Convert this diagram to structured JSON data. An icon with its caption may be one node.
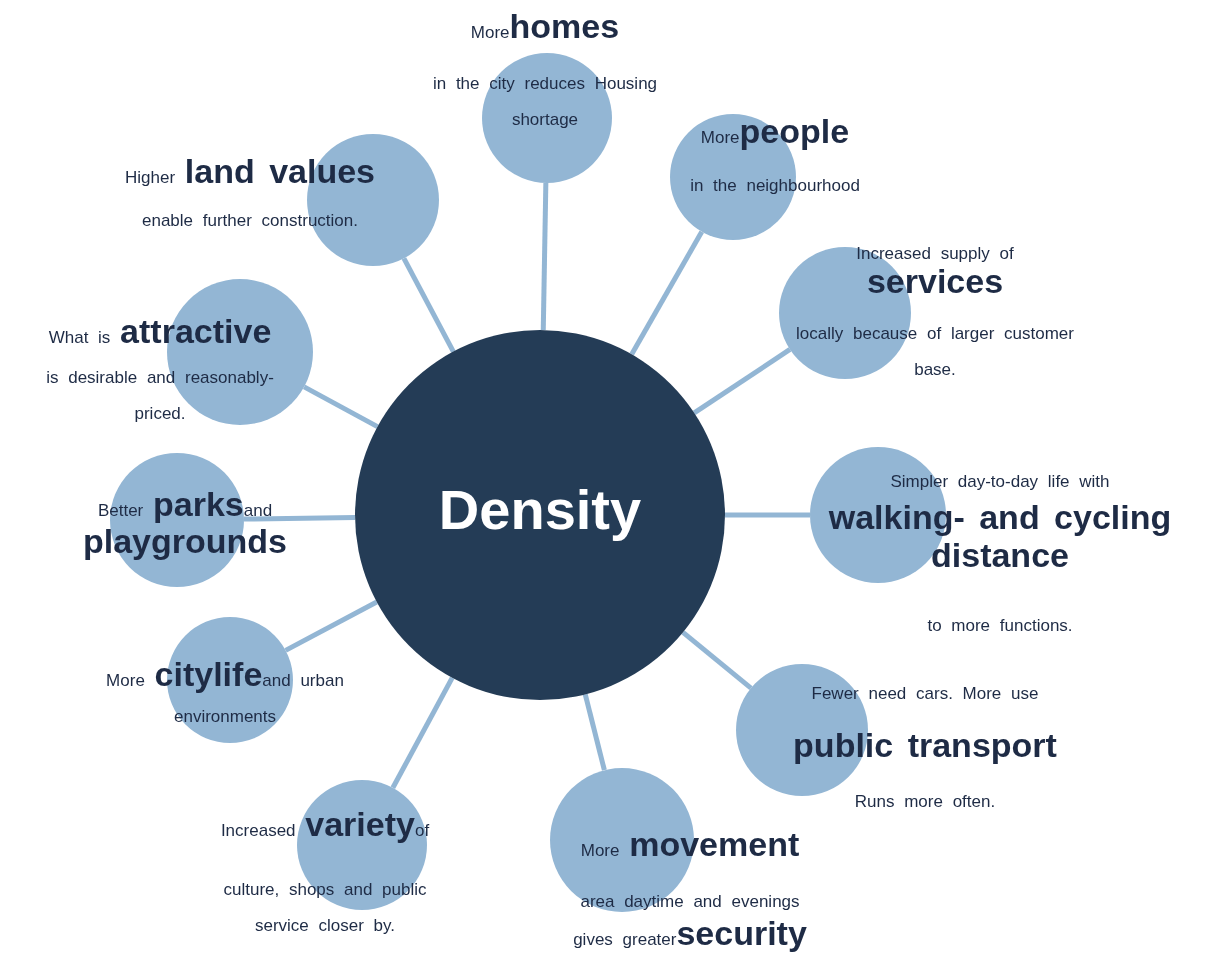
{
  "diagram": {
    "nodes": [
      {
        "text": [
          "Density"
        ]
      },
      {
        "text": [
          "More**homes**",
          "in the city reduces Housing shortage"
        ]
      },
      {
        "text": [
          "More**people**",
          "in the neighbourhood"
        ]
      },
      {
        "text": [
          "Increased supply of",
          "services",
          "locally because of larger customer base."
        ]
      },
      {
        "text": [
          "Simpler day-to-day life with",
          "walking- and cycling distance",
          "to more functions."
        ]
      },
      {
        "text": [
          "Fewer need cars. More use",
          "public transport",
          "Runs more often."
        ]
      },
      {
        "text": [
          "More **movement**",
          "area daytime and evenings",
          "gives greater**security**"
        ]
      },
      {
        "text": [
          "Increased **variety**of",
          "culture, shops and public service closer by."
        ]
      },
      {
        "text": [
          "More **citylife**and urban environments"
        ]
      },
      {
        "text": [
          "Better **parks**and",
          "playgrounds"
        ]
      },
      {
        "text": [
          "What is **attractive**",
          "is desirable and reasonably-priced."
        ]
      },
      {
        "text": [
          "Higher **land values**",
          "enable further construction."
        ]
      }
    ],
    "edges": [
      {
        "from": 0,
        "to": 1,
        "arrow": "none"
      },
      {
        "from": 0,
        "to": 2,
        "arrow": "none"
      },
      {
        "from": 0,
        "to": 3,
        "arrow": "none"
      },
      {
        "from": 0,
        "to": 4,
        "arrow": "none"
      },
      {
        "from": 0,
        "to": 5,
        "arrow": "none"
      },
      {
        "from": 0,
        "to": 6,
        "arrow": "none"
      },
      {
        "from": 0,
        "to": 7,
        "arrow": "none"
      },
      {
        "from": 0,
        "to": 8,
        "arrow": "none"
      },
      {
        "from": 0,
        "to": 9,
        "arrow": "none"
      },
      {
        "from": 0,
        "to": 10,
        "arrow": "none"
      },
      {
        "from": 0,
        "to": 11,
        "arrow": "none"
      }
    ]
  }
}
